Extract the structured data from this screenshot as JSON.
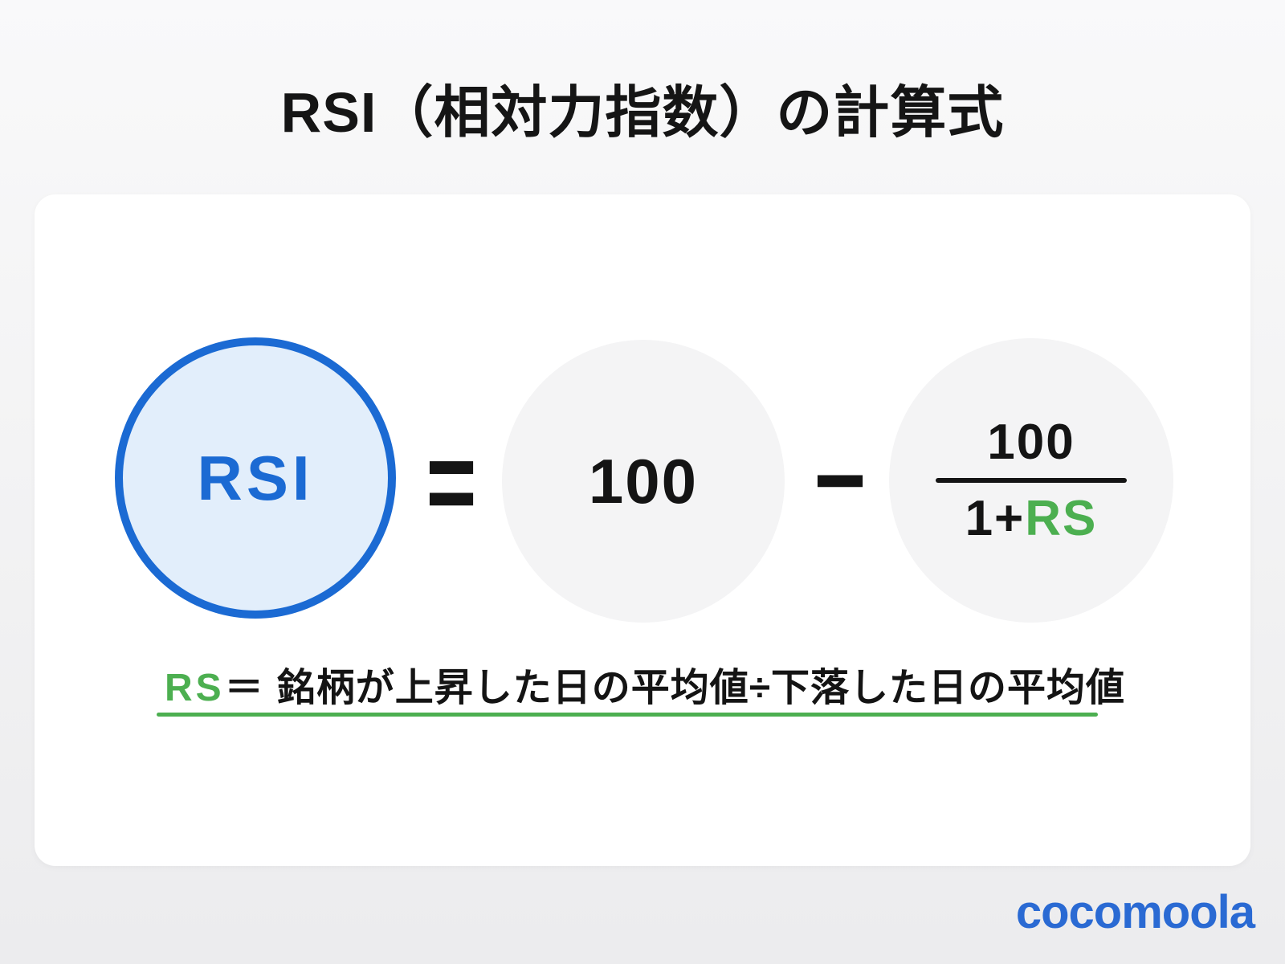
{
  "page": {
    "title": "RSI（相対力指数）の計算式"
  },
  "formula": {
    "lhs_label": "RSI",
    "equals_sign": "=",
    "whole_value": "100",
    "minus_sign": "−",
    "fraction": {
      "numerator": "100",
      "denominator_constant": "1+",
      "denominator_variable": "RS"
    }
  },
  "note": {
    "variable": "RS",
    "equals_sign": "＝",
    "definition": "銘柄が上昇した日の平均値÷下落した日の平均値"
  },
  "footer": {
    "brand": "cocomoola"
  },
  "colors": {
    "accent_blue": "#1b6ad3",
    "light_blue_fill": "#e2eefb",
    "gray_circle_fill": "#f4f4f5",
    "green": "#4caf50",
    "text_black": "#141414",
    "logo_blue": "#2a6ad3",
    "card_white": "#ffffff",
    "page_background": "#f2f2f3"
  }
}
